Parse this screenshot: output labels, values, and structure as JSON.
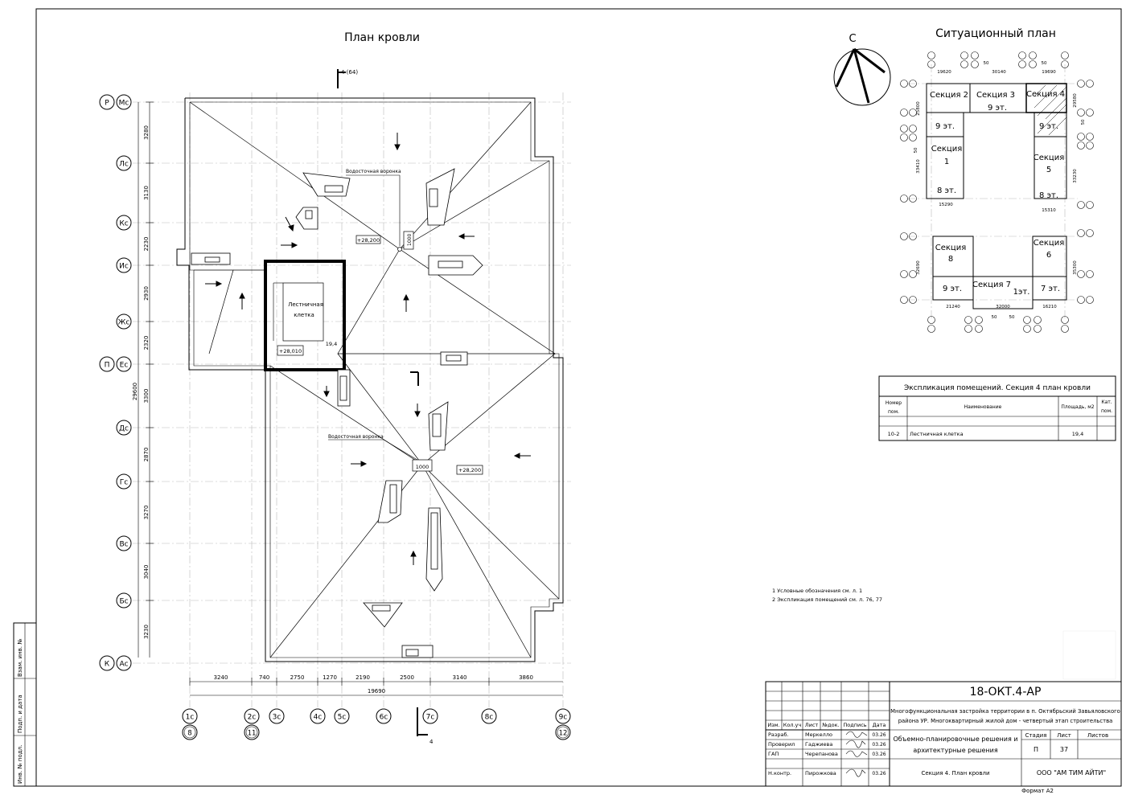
{
  "titles": {
    "roof_plan": "План кровли",
    "site_plan": "Ситуационный план"
  },
  "section_mark": {
    "top": "4 (64)",
    "bottom": "4"
  },
  "compass": "С",
  "axes": {
    "rows": [
      {
        "id": "r1",
        "a": "Р",
        "b": "Мс"
      },
      {
        "id": "r2",
        "a": "",
        "b": "Лс"
      },
      {
        "id": "r3",
        "a": "",
        "b": "Кс"
      },
      {
        "id": "r4",
        "a": "",
        "b": "Ис"
      },
      {
        "id": "r5",
        "a": "",
        "b": "Жс"
      },
      {
        "id": "r6",
        "a": "П",
        "b": "Ес"
      },
      {
        "id": "r7",
        "a": "",
        "b": "Дс"
      },
      {
        "id": "r8",
        "a": "",
        "b": "Гс"
      },
      {
        "id": "r9",
        "a": "",
        "b": "Вс"
      },
      {
        "id": "r10",
        "a": "",
        "b": "Бс"
      },
      {
        "id": "r11",
        "a": "К",
        "b": "Ас"
      }
    ],
    "row_dims": [
      "3280",
      "3130",
      "2230",
      "2930",
      "2320",
      "3300",
      "2870",
      "3270",
      "3040",
      "3230"
    ],
    "overall_v": "29600",
    "cols": [
      {
        "id": "c1",
        "a": "1с",
        "b": "8"
      },
      {
        "id": "c2",
        "a": "2с",
        "b": "11"
      },
      {
        "id": "c3",
        "a": "3с",
        "b": ""
      },
      {
        "id": "c4",
        "a": "4с",
        "b": ""
      },
      {
        "id": "c5",
        "a": "5с",
        "b": ""
      },
      {
        "id": "c6",
        "a": "6с",
        "b": ""
      },
      {
        "id": "c7",
        "a": "7с",
        "b": ""
      },
      {
        "id": "c8",
        "a": "8с",
        "b": ""
      },
      {
        "id": "c9",
        "a": "9с",
        "b": "12"
      }
    ],
    "col_dims": [
      "3240",
      "740",
      "2750",
      "1270",
      "2190",
      "2500",
      "3140",
      "3860"
    ],
    "overall_h": "19690"
  },
  "plan_labels": {
    "drain1": "Водосточная воронка",
    "drain2": "Водосточная воронка",
    "elev1": "+28,200",
    "elev2": "+28,200",
    "elev3": "+28,010",
    "dim1000a": "1000",
    "dim1000b": "1000",
    "stair1": "Лестничная",
    "stair2": "клетка",
    "area": "19,4"
  },
  "site": {
    "sections": [
      {
        "id": "s2",
        "l1": "Секция 2",
        "l2": "9 эт."
      },
      {
        "id": "s3",
        "l1": "Секция 3",
        "l2": "9 эт."
      },
      {
        "id": "s4",
        "l1": "Секция 4",
        "l2": "9 эт."
      },
      {
        "id": "s1",
        "l1": "Секция",
        "l2": "1",
        "l3": "8 эт."
      },
      {
        "id": "s5",
        "l1": "Секция",
        "l2": "5",
        "l3": "8 эт."
      },
      {
        "id": "s8",
        "l1": "Секция",
        "l2": "8",
        "l3": "9 эт."
      },
      {
        "id": "s6",
        "l1": "Секция",
        "l2": "6",
        "l3": "7 эт."
      },
      {
        "id": "s7",
        "l1": "Секция 7",
        "l2": "1эт."
      }
    ],
    "dims_top": [
      "19620",
      "30140",
      "19690",
      "50",
      "50"
    ],
    "dims_mid": [
      "15290",
      "15310"
    ],
    "dims_bot": [
      "21240",
      "32000",
      "16210",
      "50",
      "50"
    ],
    "dims_side": [
      "25800",
      "33410",
      "50",
      "29580",
      "50",
      "33230",
      "32690",
      "35300"
    ]
  },
  "explication": {
    "title": "Экспликация помещений. Секция 4 план кровли",
    "headers": {
      "num1": "Номер",
      "num2": "пом.",
      "name": "Наименование",
      "area": "Площадь, м2",
      "cat1": "Кат.",
      "cat2": "пом."
    },
    "rows": [
      {
        "num": "10-2",
        "name": "Лестничная клетка",
        "area": "19,4",
        "cat": ""
      }
    ]
  },
  "notes": [
    "1 Условные обозначения см. л. 1",
    "2 Экспликация помещений см. л. 76, 77"
  ],
  "side_stamp": [
    "Взам. инв. №",
    "Подп. и дата",
    "Инв. № подл."
  ],
  "title_block": {
    "code": "18-ОКТ.4-АР",
    "project": [
      "Многофункциональная застройка территории в п. Октябрьский Завьяловского",
      "района УР. Многоквартирный жилой дом - четвертый этап строительства"
    ],
    "cols": [
      "Изм.",
      "Кол.уч",
      "Лист",
      "№док.",
      "Подпись",
      "Дата"
    ],
    "people": [
      {
        "role": "Разраб.",
        "name": "Меркелло",
        "date": "03.26"
      },
      {
        "role": "Проверил",
        "name": "Гаджиева",
        "date": "03.26"
      },
      {
        "role": "ГАП",
        "name": "Черепанова",
        "date": "03.26"
      },
      {
        "role": "",
        "name": "",
        "date": ""
      },
      {
        "role": "Н.контр.",
        "name": "Пирожкова",
        "date": "03.26"
      }
    ],
    "doc_title": [
      "Объемно-планировочные решения и",
      "архитектурные решения"
    ],
    "stage_h": "Стадия",
    "sheet_h": "Лист",
    "sheets_h": "Листов",
    "stage": "П",
    "sheet": "37",
    "sheets": "",
    "sheet_title": "Секция 4. План кровли",
    "org": "ООО \"АМ ТИМ АЙТИ\"",
    "format": "Формат А2"
  }
}
